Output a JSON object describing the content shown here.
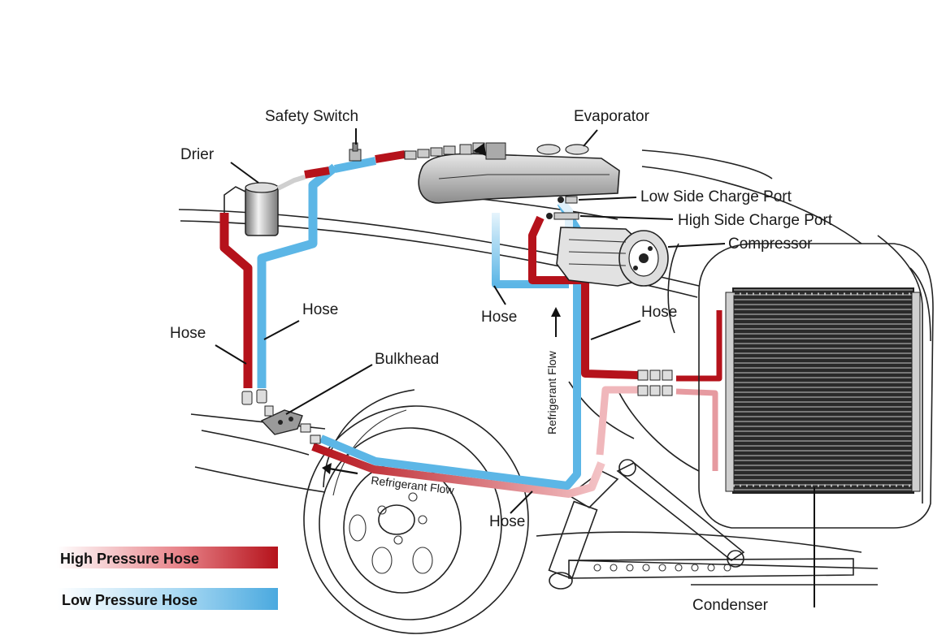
{
  "labels": {
    "safety_switch": "Safety Switch",
    "evaporator": "Evaporator",
    "drier": "Drier",
    "low_side_port": "Low Side Charge Port",
    "high_side_port": "High Side Charge Port",
    "compressor": "Compressor",
    "hose_left": "Hose",
    "hose_center_left": "Hose",
    "hose_center": "Hose",
    "hose_right": "Hose",
    "hose_bottom": "Hose",
    "bulkhead": "Bulkhead",
    "refrigerant_flow_vertical": "Refrigerant Flow",
    "refrigerant_flow_bottom": "Refrigerant Flow",
    "condenser": "Condenser"
  },
  "legend": {
    "high_pressure": "High Pressure Hose",
    "low_pressure": "Low Pressure Hose"
  },
  "colors": {
    "high_pressure": "#b5121b",
    "low_pressure": "#5cb6e6",
    "outline": "#222222"
  }
}
